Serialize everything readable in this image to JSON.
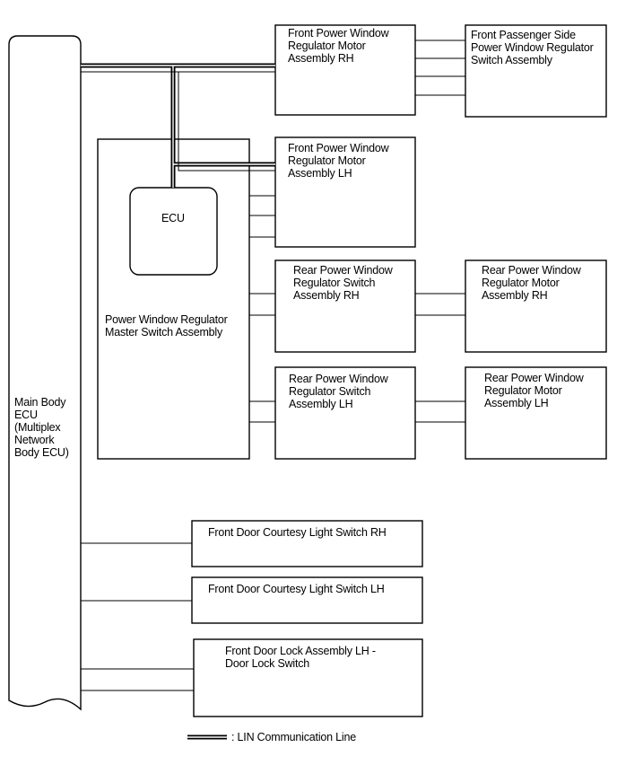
{
  "components": {
    "main_body_ecu": "Main Body\nECU\n(Multiplex\nNetwork\nBody ECU)",
    "fr_motor_rh": "Front Power Window\nRegulator Motor\nAssembly RH",
    "fp_switch": "Front Passenger Side\nPower Window Regulator\nSwitch Assembly",
    "fr_motor_lh": "Front Power Window\nRegulator Motor\nAssembly LH",
    "ecu": "ECU",
    "master_switch": "Power Window Regulator\nMaster Switch Assembly",
    "rr_switch_rh": "Rear Power Window\nRegulator Switch\nAssembly RH",
    "rr_motor_rh": "Rear Power Window\nRegulator Motor\nAssembly RH",
    "rr_switch_lh": "Rear Power Window\nRegulator Switch\nAssembly LH",
    "rr_motor_lh": "Rear Power Window\nRegulator Motor\nAssembly LH",
    "courtesy_rh": "Front Door Courtesy Light Switch RH",
    "courtesy_lh": "Front Door Courtesy Light Switch LH",
    "door_lock_lh": "Front Door Lock Assembly LH -\nDoor Lock Switch"
  },
  "legend": {
    "lin_label": ": LIN Communication Line"
  }
}
